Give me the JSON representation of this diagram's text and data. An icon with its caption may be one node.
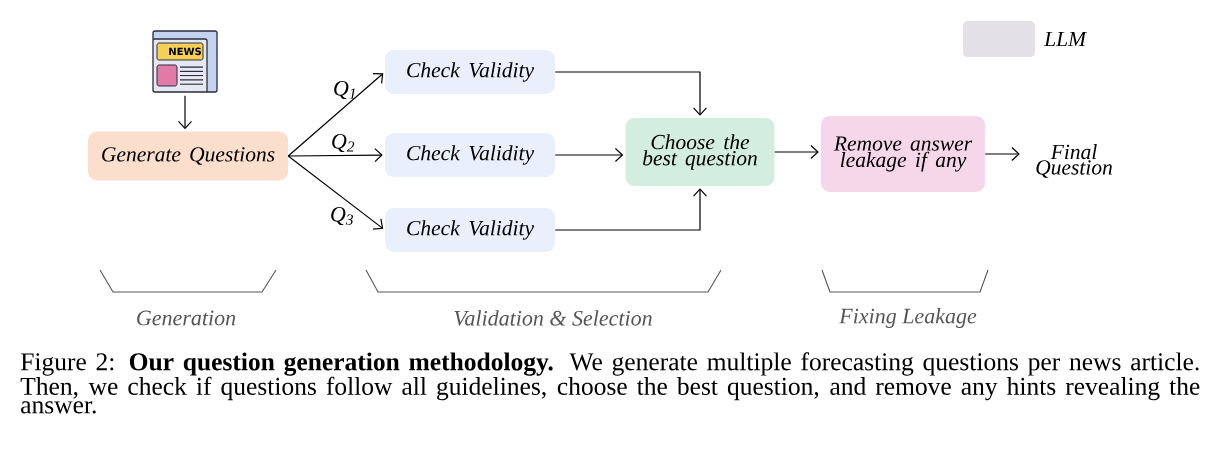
{
  "diagram": {
    "caption": "Figure 2: **Our question generation methodology.** We generate multiple forecasting questions per news article. Then, we check if questions follow all guidelines, choose the best question, and remove any hints revealing the answer.",
    "nodes": [
      {
        "text": [
          "NEWS"
        ]
      },
      {
        "text": [
          "Generate Questions"
        ]
      },
      {
        "text": [
          "Check Validity"
        ]
      },
      {
        "text": [
          "Check Validity"
        ]
      },
      {
        "text": [
          "Check Validity"
        ]
      },
      {
        "text": [
          "Choose the best question"
        ]
      },
      {
        "text": [
          "Remove answer leakage if any"
        ]
      },
      {
        "text": [
          "Final Question"
        ]
      }
    ],
    "edges": [
      {
        "from": 0,
        "to": 1,
        "arrow": "to"
      },
      {
        "from": 1,
        "to": 2,
        "arrow": "to",
        "label": "Q$_{1}$"
      },
      {
        "from": 1,
        "to": 3,
        "arrow": "to",
        "label": "Q$_{2}$"
      },
      {
        "from": 1,
        "to": 4,
        "arrow": "to",
        "label": "Q$_{3}$"
      },
      {
        "from": 2,
        "to": 5,
        "arrow": "to"
      },
      {
        "from": 3,
        "to": 5,
        "arrow": "to"
      },
      {
        "from": 4,
        "to": 5,
        "arrow": "to"
      },
      {
        "from": 5,
        "to": 6,
        "arrow": "to"
      },
      {
        "from": 6,
        "to": 7,
        "arrow": "to"
      }
    ],
    "labels": [
      "Generation",
      "Validation & Selection",
      "Fixing Leakage"
    ],
    "legend": [
      {
        "text": "LLM",
        "color": "#e3e1e6"
      }
    ]
  }
}
